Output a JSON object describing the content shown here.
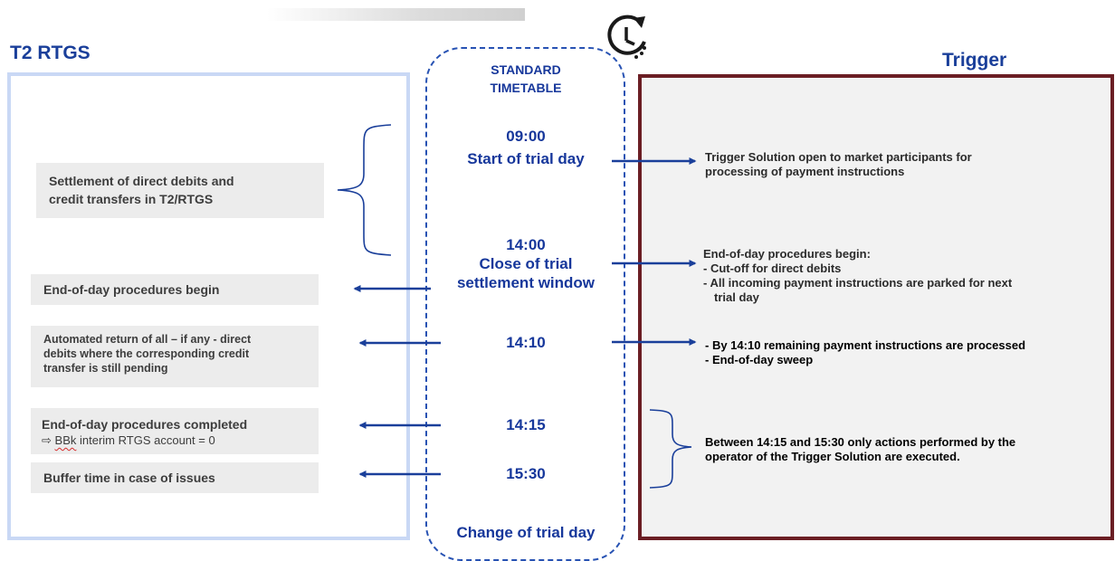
{
  "headings": {
    "left": "T2 RTGS",
    "right": "Trigger"
  },
  "timetable": {
    "title_line1": "STANDARD",
    "title_line2": "TIMETABLE",
    "t0900": "09:00",
    "t0900_label": "Start of trial day",
    "t1400": "14:00",
    "t1400_label1": "Close of trial",
    "t1400_label2": "settlement window",
    "t1410": "14:10",
    "t1415": "14:15",
    "t1530": "15:30",
    "change_label": "Change of trial day"
  },
  "left": {
    "settlement_line1": "Settlement of direct debits and",
    "settlement_line2": "credit transfers in T2/RTGS",
    "eod_begin": "End-of-day procedures begin",
    "auto_return_line1": "Automated return of all – if any - direct",
    "auto_return_line2": "debits where the corresponding credit",
    "auto_return_line3": "transfer is still pending",
    "eod_completed": "End-of-day procedures completed",
    "interim_prefix": "⇨",
    "interim_bbk": "BBk",
    "interim_rest": "interim RTGS account = 0",
    "buffer": "Buffer time in case of issues"
  },
  "right": {
    "open_line1": "Trigger Solution open to market participants for",
    "open_line2": "processing of payment instructions",
    "eod_title": "End-of-day procedures begin:",
    "eod_item1": "- Cut-off for direct debits",
    "eod_item2": "- All incoming payment instructions are parked for next",
    "eod_item3": "trial day",
    "r1410_line1": "- By 14:10 remaining payment instructions are processed",
    "r1410_line2": "- End-of-day sweep",
    "between_line1": "Between 14:15 and 15:30 only actions performed by the",
    "between_line2": "operator of the Trigger Solution are executed."
  },
  "icons": {
    "clock": "clock-refresh-icon",
    "arrow_color": "#1a3f9a"
  },
  "colors": {
    "blue": "#1a3f9a",
    "left_border": "#c9d8f5",
    "right_border": "#6b1e24",
    "gray_box": "#ececec"
  }
}
